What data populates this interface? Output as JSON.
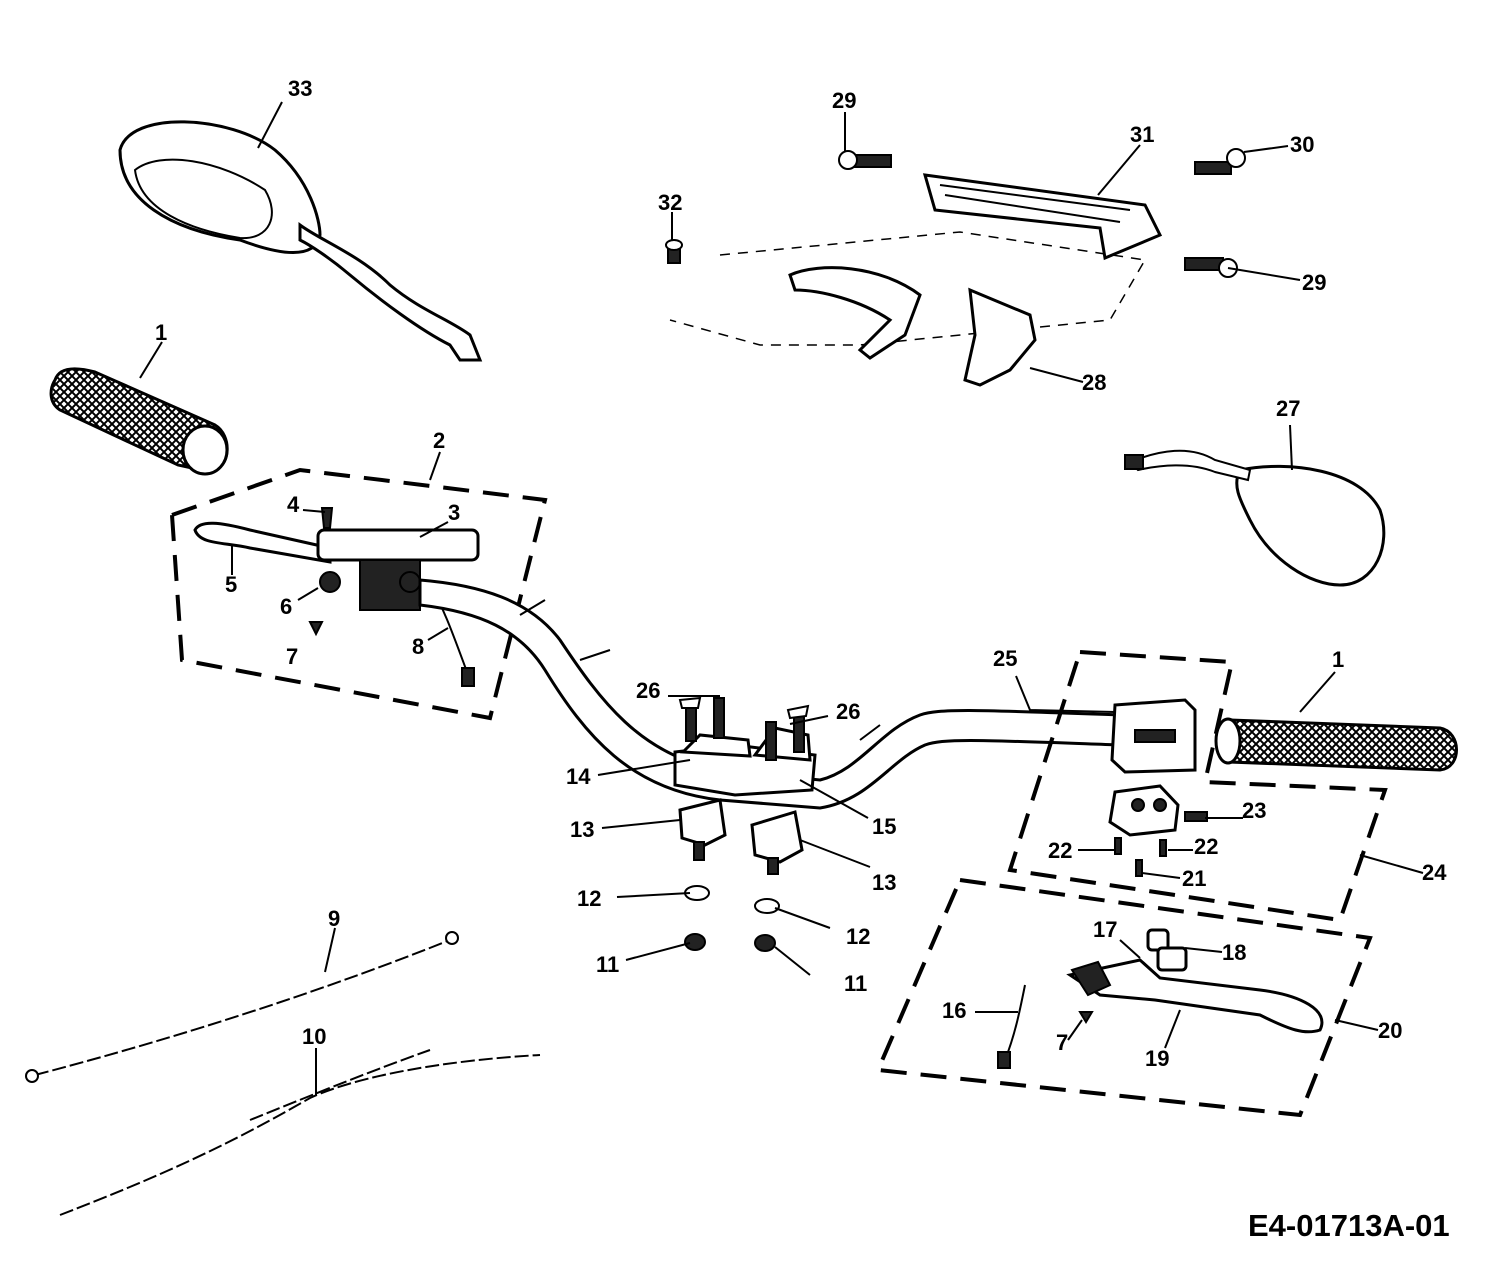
{
  "drawing_code": "E4-01713A-01",
  "callouts": {
    "c1a": "1",
    "c1b": "1",
    "c2": "2",
    "c3": "3",
    "c4": "4",
    "c5": "5",
    "c6": "6",
    "c7a": "7",
    "c7b": "7",
    "c8": "8",
    "c9": "9",
    "c10": "10",
    "c11a": "11",
    "c11b": "11",
    "c12a": "12",
    "c12b": "12",
    "c13a": "13",
    "c13b": "13",
    "c14": "14",
    "c15": "15",
    "c16": "16",
    "c17": "17",
    "c18": "18",
    "c19": "19",
    "c20": "20",
    "c21": "21",
    "c22a": "22",
    "c22b": "22",
    "c23": "23",
    "c24": "24",
    "c25": "25",
    "c26a": "26",
    "c26b": "26",
    "c27": "27",
    "c28": "28",
    "c29a": "29",
    "c29b": "29",
    "c30": "30",
    "c31": "31",
    "c32": "32",
    "c33": "33"
  }
}
